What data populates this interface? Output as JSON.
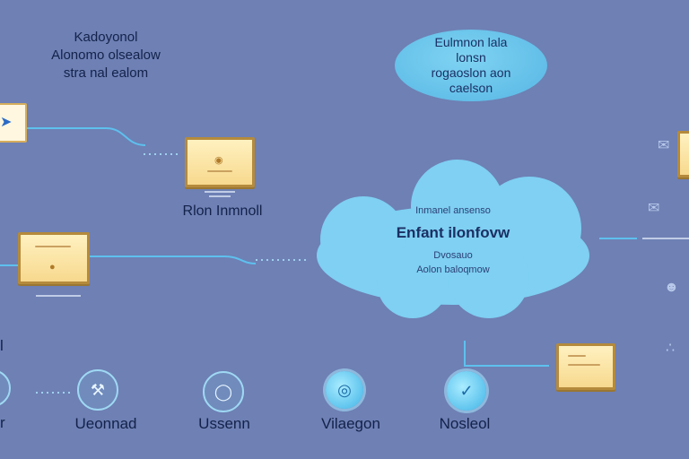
{
  "header": {
    "lines": [
      "Kadoyonol",
      "Alonomo olsealow",
      "stra nal ealom"
    ]
  },
  "bubble": {
    "lines": [
      "Eulmnon lala",
      "lonsn",
      "rogaoslon aon",
      "caelson"
    ]
  },
  "cloud": {
    "top_text": "Inmanel ansenso",
    "title": "Enfant ilonfovw",
    "bottom_lines": [
      "Dvosauo",
      "Aolon baloqmow"
    ]
  },
  "folders": {
    "top_label": "Rlon Inmnoll"
  },
  "bottom_nodes": {
    "left_fragment": "l",
    "left_label": "r",
    "labels": [
      "Ueonnad",
      "Ussenn",
      "Vilaegon",
      "Nosleol"
    ]
  },
  "colors": {
    "background": "#6e80b4",
    "connector": "#5ec0ee",
    "cloud": "#7fd0f3",
    "folder_border": "#b48a3c"
  }
}
